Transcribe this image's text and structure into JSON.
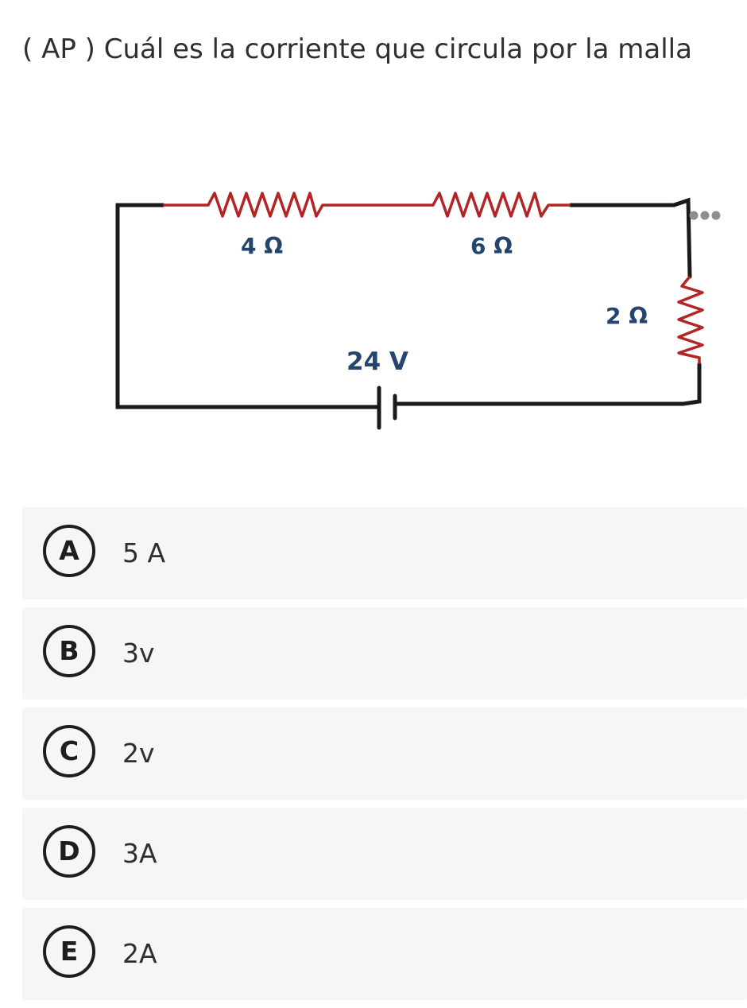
{
  "question": {
    "text": "( AP ) Cuál es la corriente que circula por la malla"
  },
  "circuit": {
    "resistor1_label": "4 Ω",
    "resistor2_label": "6 Ω",
    "resistor3_label": "2 Ω",
    "battery_label": "24 V"
  },
  "options": [
    {
      "letter": "A",
      "text": "5 A"
    },
    {
      "letter": "B",
      "text": "3v"
    },
    {
      "letter": "C",
      "text": "2v"
    },
    {
      "letter": "D",
      "text": "3A"
    },
    {
      "letter": "E",
      "text": "2A"
    }
  ]
}
